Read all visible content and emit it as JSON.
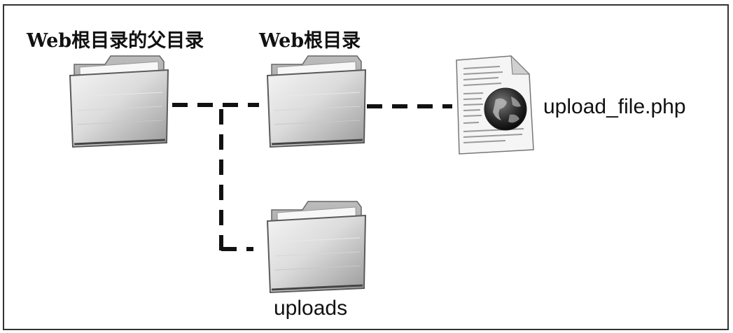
{
  "labels": {
    "web_root_parent": "Web根目录的父目录",
    "web_root": "Web根目录",
    "php_file": "upload_file.php",
    "uploads": "uploads"
  },
  "colors": {
    "line": "#111111",
    "frame": "#333333"
  },
  "icons": {
    "web_root_parent": "folder-icon",
    "web_root": "folder-icon",
    "uploads": "folder-icon",
    "php_file": "php-document-icon"
  }
}
